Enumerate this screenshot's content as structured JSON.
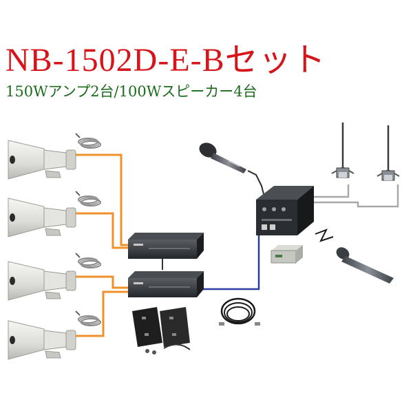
{
  "title": "NB-1502D-E-Bセット",
  "subtitle": "150Wアンプ2台/100Wスピーカー4台",
  "colors": {
    "title": "#d8141b",
    "subtitle": "#1c6b1c",
    "speaker_cable": "#f0902a",
    "mixer_cable": "#2b3a9e",
    "antenna_cable": "#a8a8a8"
  },
  "components": {
    "speakers": [
      "horn-speaker",
      "horn-speaker",
      "horn-speaker",
      "horn-speaker"
    ],
    "amplifiers": [
      "power-amplifier",
      "power-amplifier"
    ],
    "mixer": "mixer-unit",
    "wired_microphone": "wired-microphone",
    "wireless_microphone": "wireless-microphone",
    "antennas": [
      "antenna",
      "antenna"
    ],
    "receiver": "receiver-module",
    "rack_brackets": "rack-mount-brackets",
    "cable": "coiled-cable"
  }
}
